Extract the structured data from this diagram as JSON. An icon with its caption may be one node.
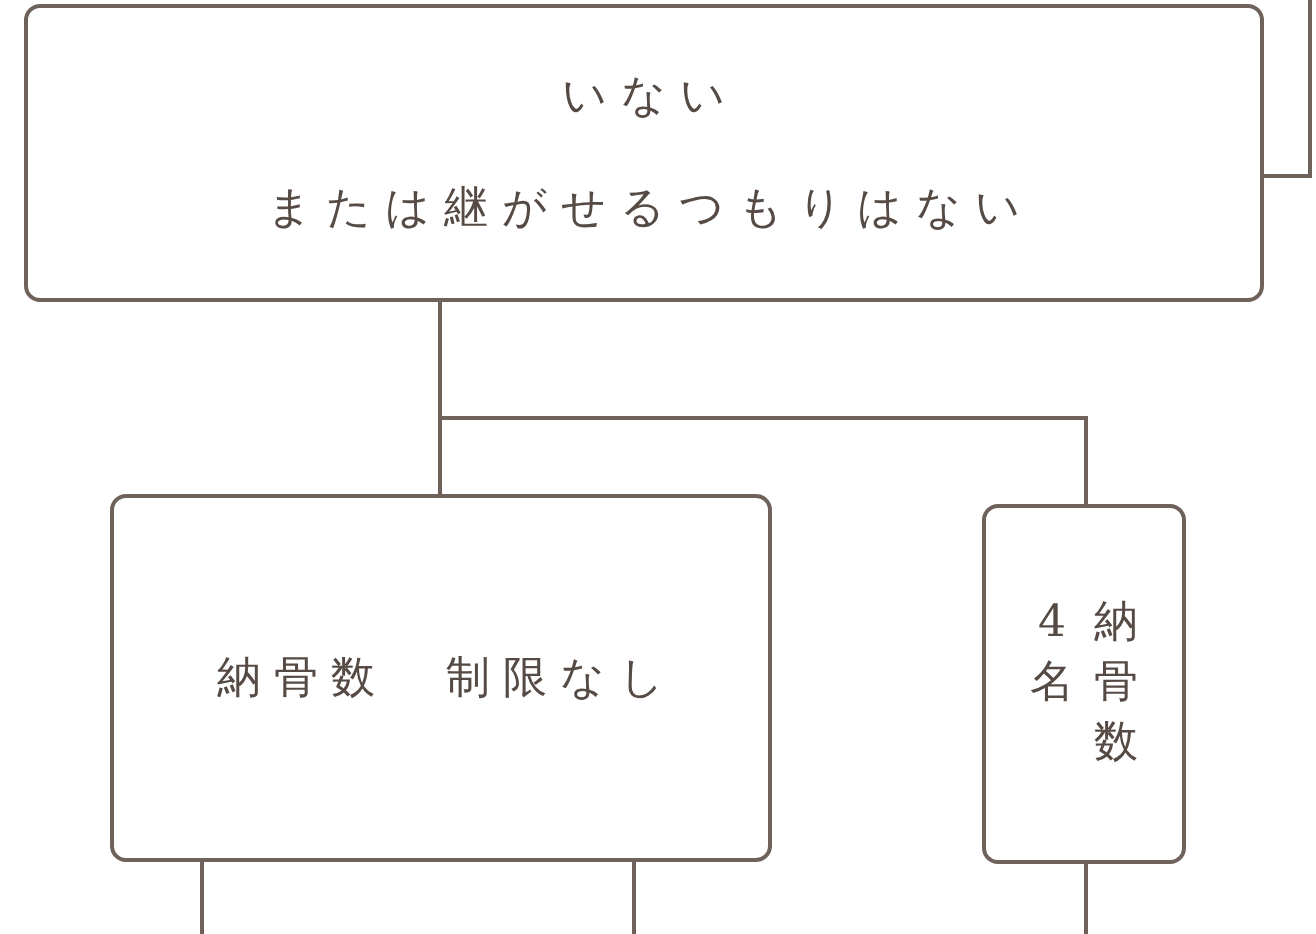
{
  "diagram": {
    "nodes": [
      {
        "text": [
          "いない",
          "または継がせるつもりはない"
        ]
      },
      {
        "text": [
          "納骨数　制限なし"
        ]
      },
      {
        "text": [
          "納骨数4名"
        ]
      }
    ],
    "edges": [
      {
        "from": 0,
        "to": 1,
        "arrow": "none"
      },
      {
        "from": 0,
        "to": 2,
        "arrow": "none"
      },
      {
        "from": 0,
        "to": null,
        "arrow": "none"
      },
      {
        "from": 1,
        "to": null,
        "arrow": "none"
      },
      {
        "from": 1,
        "to": null,
        "arrow": "none"
      },
      {
        "from": 2,
        "to": null,
        "arrow": "none"
      }
    ]
  }
}
